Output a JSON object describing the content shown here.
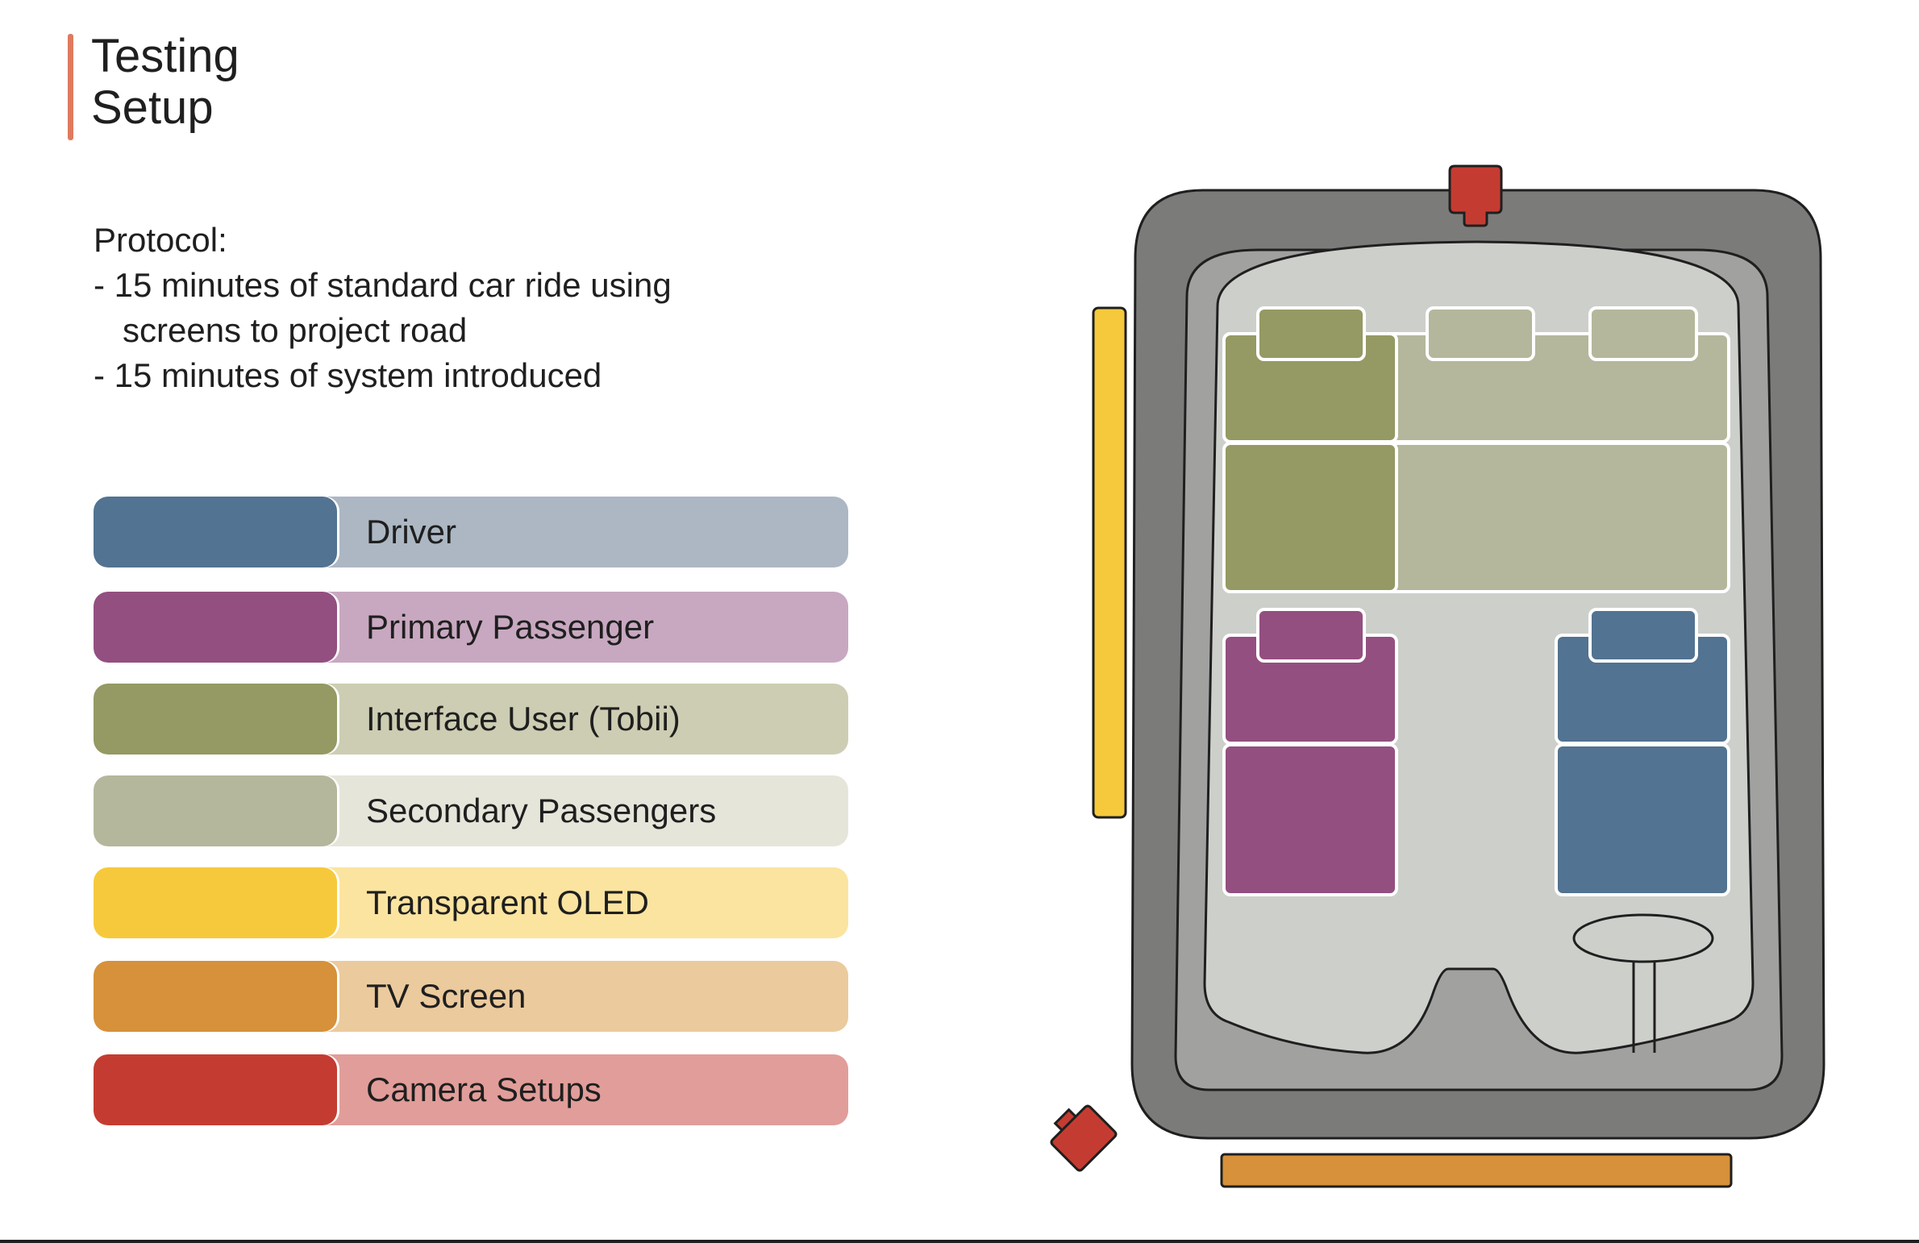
{
  "title": {
    "line1": "Testing",
    "line2": "Setup"
  },
  "protocol": {
    "heading": "Protocol:",
    "line1": "- 15 minutes of standard car ride using",
    "line2": "screens to project road",
    "line3": "- 15 minutes of system introduced"
  },
  "legend": [
    {
      "label": "Driver",
      "color": "#527391",
      "bg": "#acb7c3"
    },
    {
      "label": "Primary Passenger",
      "color": "#934f80",
      "bg": "#c8a8c0"
    },
    {
      "label": "Interface User (Tobii)",
      "color": "#959963",
      "bg": "#cdcdb3"
    },
    {
      "label": "Secondary Passengers",
      "color": "#b4b79b",
      "bg": "#e6e5da"
    },
    {
      "label": "Transparent OLED",
      "color": "#f6c93d",
      "bg": "#fbe4a0"
    },
    {
      "label": "TV Screen",
      "color": "#d6913a",
      "bg": "#ebca9d"
    },
    {
      "label": "Camera Setups",
      "color": "#c43c31",
      "bg": "#e19d99"
    }
  ],
  "colors": {
    "car_outer": "#7b7c7a",
    "car_mid": "#a1a2a0",
    "car_floor": "#cdcfcb",
    "outline": "#1f1f1f",
    "accent": "#e07a5f"
  },
  "icons": {
    "camera_top": "camera-icon",
    "camera_corner": "camera-icon",
    "steering_wheel": "steering-wheel-icon"
  }
}
